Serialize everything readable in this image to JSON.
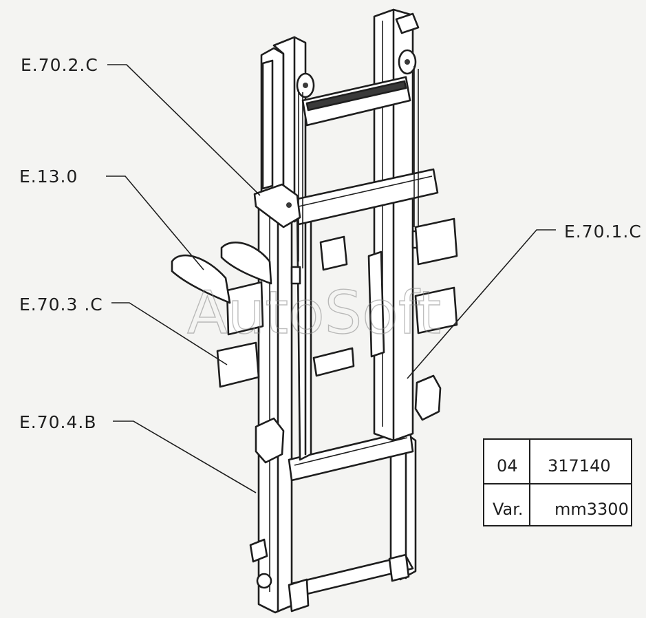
{
  "labels": {
    "top_left": "E.70.2.C",
    "mid_left": "E.13.0",
    "lower_left": "E.70.3 .C",
    "bottom_left": "E.70.4.B",
    "right": "E.70.1.C"
  },
  "watermark": "AutoSoft",
  "title_block": {
    "row1_key": "04",
    "row1_value": "317140",
    "row2_key": "Var.",
    "row2_value": "mm3300"
  }
}
